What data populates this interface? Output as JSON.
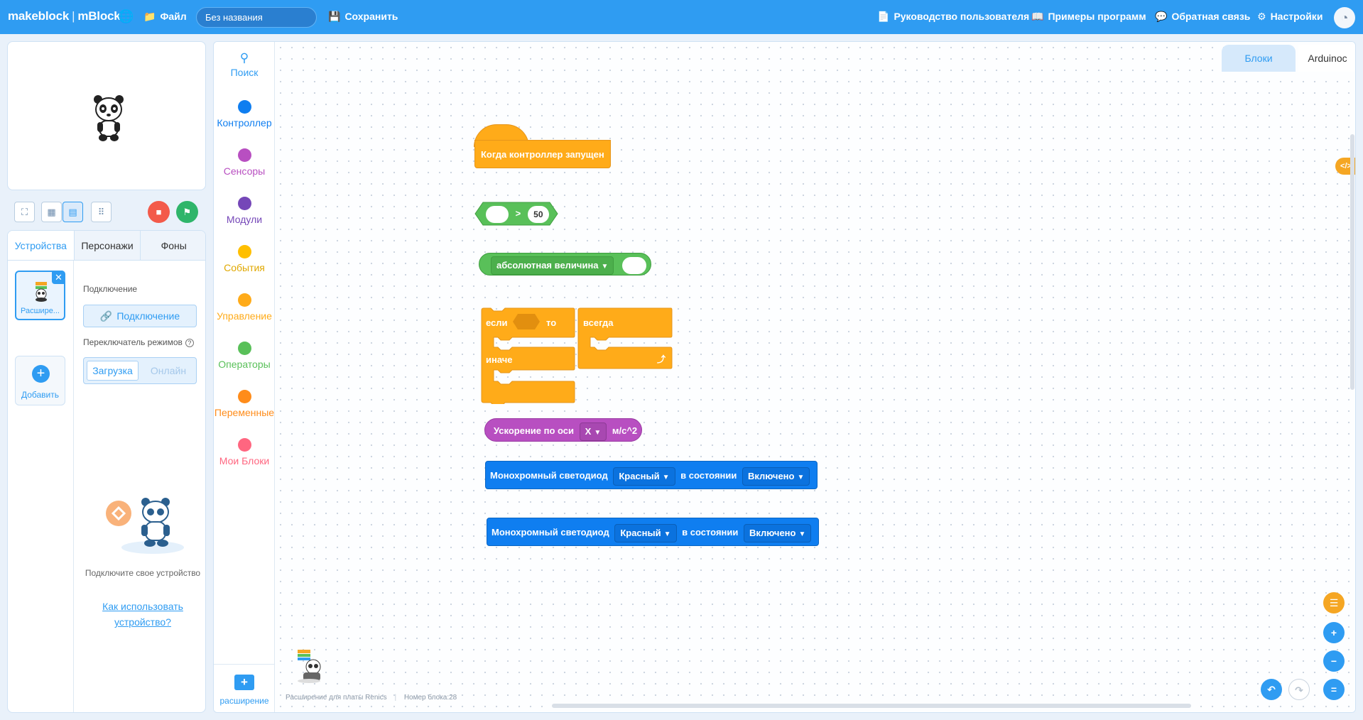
{
  "app": {
    "logo": "makeblock",
    "logo_sub": "mBlock",
    "file_label": "Файл",
    "project_name": "Без названия",
    "save_label": "Сохранить",
    "user_guide": "Руководство пользователя",
    "examples": "Примеры программ",
    "feedback": "Обратная связь",
    "settings": "Настройки",
    "brand_color": "#2f9cf2"
  },
  "devices": {
    "tabs": [
      "Устройства",
      "Персонажи",
      "Фоны"
    ],
    "device_name": "Расшире...",
    "add_label": "Добавить",
    "connection_title": "Подключение",
    "connect_button": "Подключение",
    "mode_title": "Переключатель режимов",
    "mode_upload": "Загрузка",
    "mode_online": "Онлайн",
    "hint": "Подключите свое устройство",
    "hint_link": "Как использовать устройство?"
  },
  "categories": [
    {
      "label": "Поиск",
      "color": "#2f9cf2",
      "icon": "search-icon"
    },
    {
      "label": "Контроллер",
      "color": "#0f7ef0"
    },
    {
      "label": "Сенсоры",
      "color": "#b84fc1"
    },
    {
      "label": "Модули",
      "color": "#7547b8"
    },
    {
      "label": "События",
      "color": "#ffbf00"
    },
    {
      "label": "Управление",
      "color": "#ffab19"
    },
    {
      "label": "Операторы",
      "color": "#59c059"
    },
    {
      "label": "Переменные",
      "color": "#ff8c1a"
    },
    {
      "label": "Мои Блоки",
      "color": "#ff6680"
    }
  ],
  "extension_label": "расширение",
  "editor_tabs": {
    "blocks": "Блоки",
    "code": "Arduinoc"
  },
  "footer": {
    "ext_info": "Расширение для платы Renics",
    "block_count": "Номер блока:28"
  },
  "blocks": {
    "hat": "Когда контроллер запущен",
    "compare_op": ">",
    "compare_value": "50",
    "abs_label": "абсолютная величина",
    "if_label": "если",
    "then_label": "то",
    "else_label": "иначе",
    "forever_label": "всегда",
    "accel_label": "Ускорение по оси",
    "accel_axis": "X",
    "accel_unit": "м/с^2",
    "led1": {
      "label": "Монохромный светодиод",
      "color": "Красный",
      "state_label": "в состоянии",
      "state": "Включено"
    },
    "led2": {
      "label": "Монохромный светодиод",
      "color": "Красный",
      "state_label": "в состоянии",
      "state": "Включено"
    }
  },
  "colors": {
    "control": "#ffab19",
    "operators": "#59c059",
    "sensors": "#b84fc1",
    "controller": "#0f7ef0",
    "stop": "#f35a4a",
    "go": "#2fb56a"
  }
}
